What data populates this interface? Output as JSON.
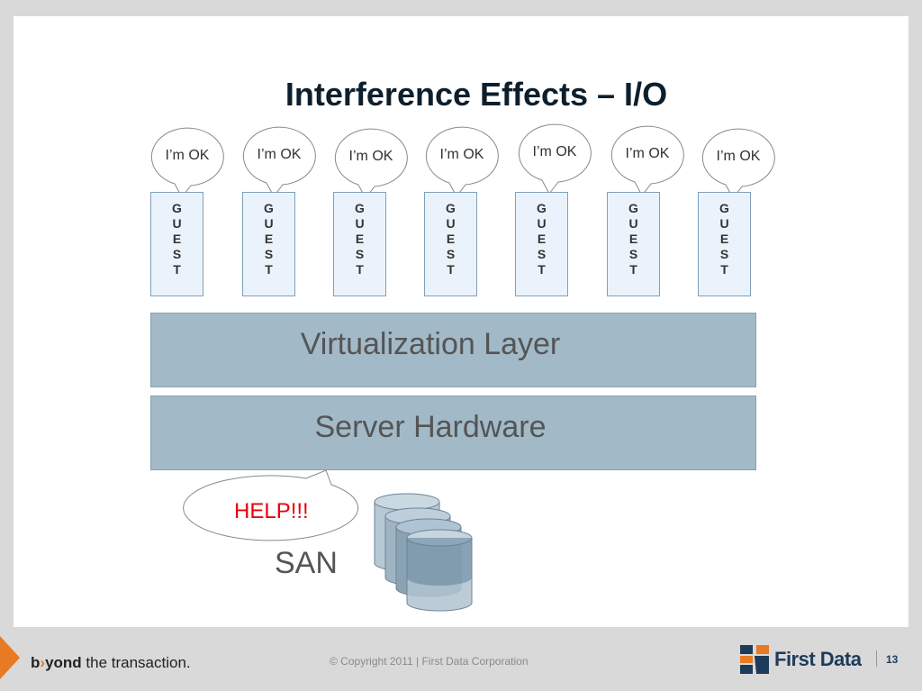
{
  "slide": {
    "title": "Interference Effects – I/O"
  },
  "guests": [
    {
      "bubble": "I’m OK",
      "letters": "G\nU\nE\nS\nT"
    },
    {
      "bubble": "I’m OK",
      "letters": "G\nU\nE\nS\nT"
    },
    {
      "bubble": "I’m OK",
      "letters": "G\nU\nE\nS\nT"
    },
    {
      "bubble": "I’m OK",
      "letters": "G\nU\nE\nS\nT"
    },
    {
      "bubble": "I’m OK",
      "letters": "G\nU\nE\nS\nT"
    },
    {
      "bubble": "I’m OK",
      "letters": "G\nU\nE\nS\nT"
    },
    {
      "bubble": "I’m OK",
      "letters": "G\nU\nE\nS\nT"
    }
  ],
  "layers": {
    "virtualization": "Virtualization Layer",
    "hardware": "Server Hardware"
  },
  "san": {
    "bubble": "HELP!!!",
    "label": "SAN"
  },
  "footer": {
    "tagline_pre": "b",
    "tagline_arrow": "›",
    "tagline_bold": "yond",
    "tagline_rest": " the transaction.",
    "copyright": "©  Copyright  2011 | First Data Corporation",
    "brand": "First Data",
    "page_number": "13"
  },
  "colors": {
    "accent": "#e87a23",
    "brand_navy": "#1d3b5a",
    "layer_fill": "#a2b9c8",
    "guest_fill": "#eaf3fb",
    "help_red": "#e8000b"
  }
}
